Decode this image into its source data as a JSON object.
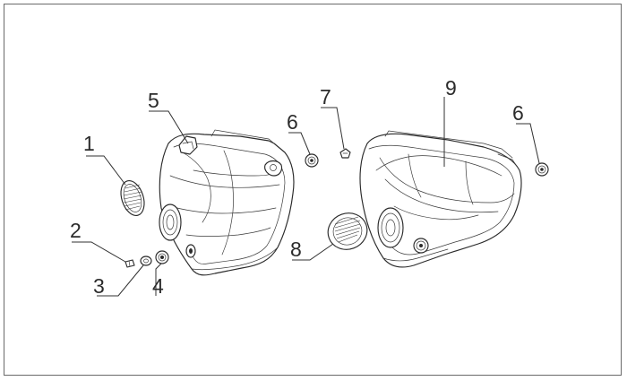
{
  "diagram": {
    "callouts": [
      {
        "id": "c1",
        "text": "1"
      },
      {
        "id": "c2",
        "text": "2"
      },
      {
        "id": "c3",
        "text": "3"
      },
      {
        "id": "c4",
        "text": "4"
      },
      {
        "id": "c5",
        "text": "5"
      },
      {
        "id": "c6a",
        "text": "6"
      },
      {
        "id": "c7",
        "text": "7"
      },
      {
        "id": "c6b",
        "text": "6"
      },
      {
        "id": "c8",
        "text": "8"
      },
      {
        "id": "c9",
        "text": "9"
      }
    ]
  }
}
